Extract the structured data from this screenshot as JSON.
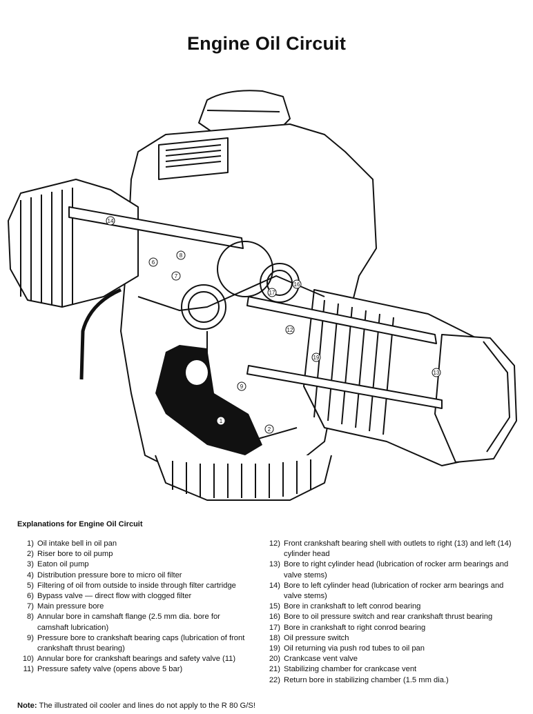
{
  "title": "Engine Oil Circuit",
  "illustration": {
    "name": "engine-cutaway-drawing"
  },
  "explanations_heading": "Explanations for Engine Oil Circuit",
  "items_left": [
    {
      "num": "1)",
      "text": "Oil intake bell in oil pan"
    },
    {
      "num": "2)",
      "text": "Riser bore to oil pump"
    },
    {
      "num": "3)",
      "text": "Eaton oil pump"
    },
    {
      "num": "4)",
      "text": "Distribution pressure bore to micro oil filter"
    },
    {
      "num": "5)",
      "text": "Filtering of oil from outside to inside through filter cartridge"
    },
    {
      "num": "6)",
      "text": "Bypass valve — direct flow with clogged filter"
    },
    {
      "num": "7)",
      "text": "Main pressure bore"
    },
    {
      "num": "8)",
      "text": "Annular bore in camshaft flange (2.5 mm dia. bore for camshaft lubrication)"
    },
    {
      "num": "9)",
      "text": "Pressure bore to crankshaft bearing caps (lubrication of front crankshaft thrust bearing)"
    },
    {
      "num": "10)",
      "text": "Annular bore for crankshaft bearings and safety valve (11)"
    },
    {
      "num": "11)",
      "text": "Pressure safety valve (opens above 5 bar)"
    }
  ],
  "items_right": [
    {
      "num": "12)",
      "text": "Front crankshaft bearing shell with outlets to right (13) and left (14) cylinder head"
    },
    {
      "num": "13)",
      "text": "Bore to right cylinder head (lubrication of rocker arm bearings and valve stems)"
    },
    {
      "num": "14)",
      "text": "Bore to left cylinder head (lubrication of rocker arm bearings and valve stems)"
    },
    {
      "num": "15)",
      "text": "Bore in crankshaft to left conrod bearing"
    },
    {
      "num": "16)",
      "text": "Bore to oil pressure switch and rear crankshaft thrust bearing"
    },
    {
      "num": "17)",
      "text": "Bore in crankshaft to right conrod bearing"
    },
    {
      "num": "18)",
      "text": "Oil pressure switch"
    },
    {
      "num": "19)",
      "text": "Oil returning via push rod tubes to oil pan"
    },
    {
      "num": "20)",
      "text": "Crankcase vent valve"
    },
    {
      "num": "21)",
      "text": "Stabilizing chamber for crankcase vent"
    },
    {
      "num": "22)",
      "text": "Return bore in stabilizing chamber (1.5 mm dia.)"
    }
  ],
  "note": {
    "label": "Note:",
    "text": " The illustrated oil cooler and lines do not apply to the R 80 G/S!"
  }
}
